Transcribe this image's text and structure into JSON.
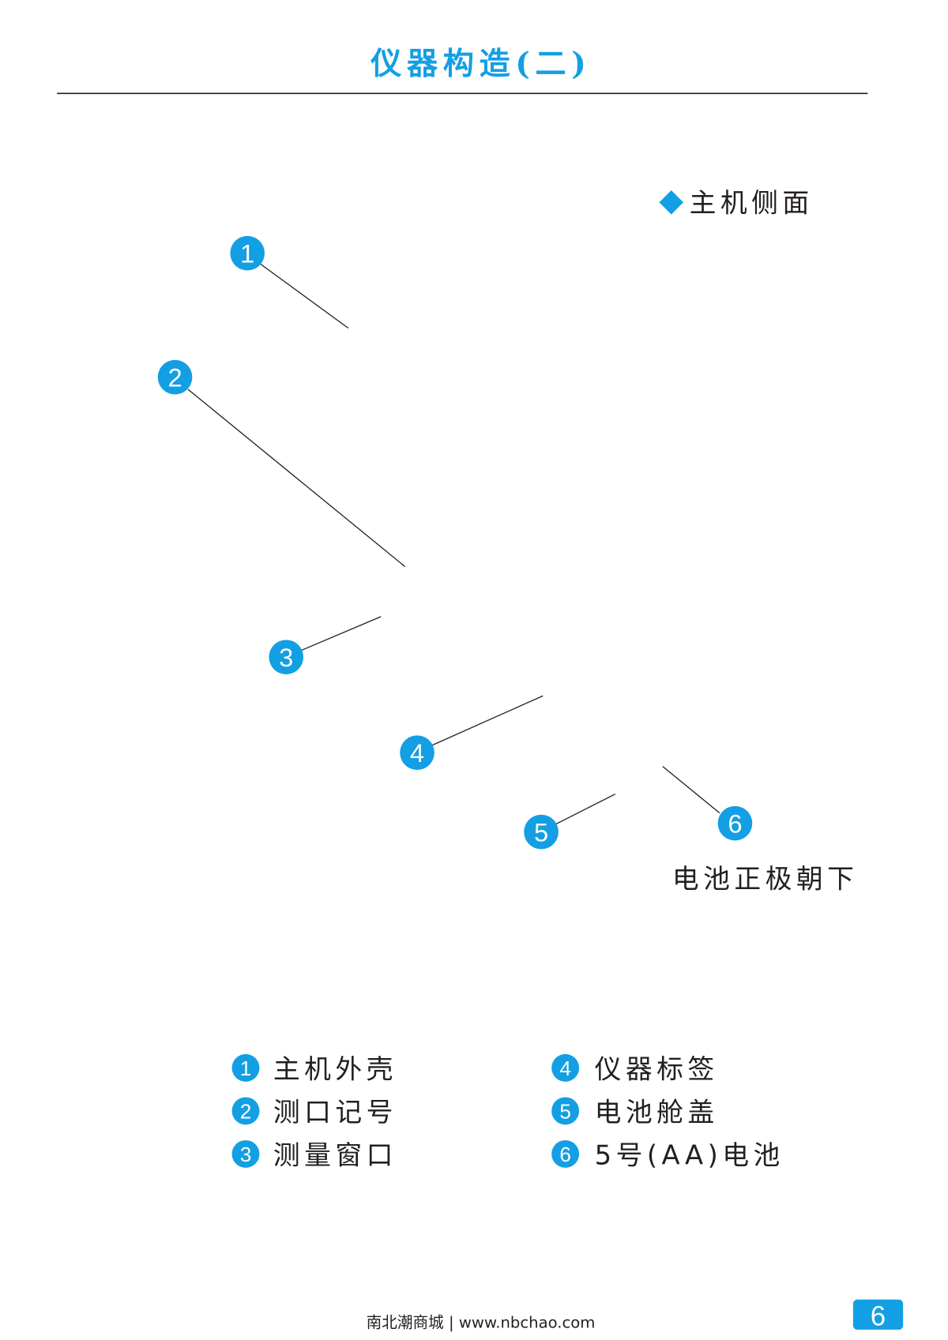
{
  "header": {
    "title": "仪器构造(二)"
  },
  "section_label": "主机侧面",
  "callouts": [
    {
      "num": "1"
    },
    {
      "num": "2"
    },
    {
      "num": "3"
    },
    {
      "num": "4"
    },
    {
      "num": "5"
    },
    {
      "num": "6"
    }
  ],
  "battery_note": "电池正极朝下",
  "legend": [
    {
      "num": "1",
      "label": "主机外壳"
    },
    {
      "num": "2",
      "label": "测口记号"
    },
    {
      "num": "3",
      "label": "测量窗口"
    },
    {
      "num": "4",
      "label": "仪器标签"
    },
    {
      "num": "5",
      "label": "电池舱盖"
    },
    {
      "num": "6",
      "label": "5号(AA)电池"
    }
  ],
  "footer": {
    "text": "南北潮商城 | www.nbchao.com",
    "page_number": "6"
  },
  "colors": {
    "accent": "#139fe3",
    "text": "#231f20"
  }
}
